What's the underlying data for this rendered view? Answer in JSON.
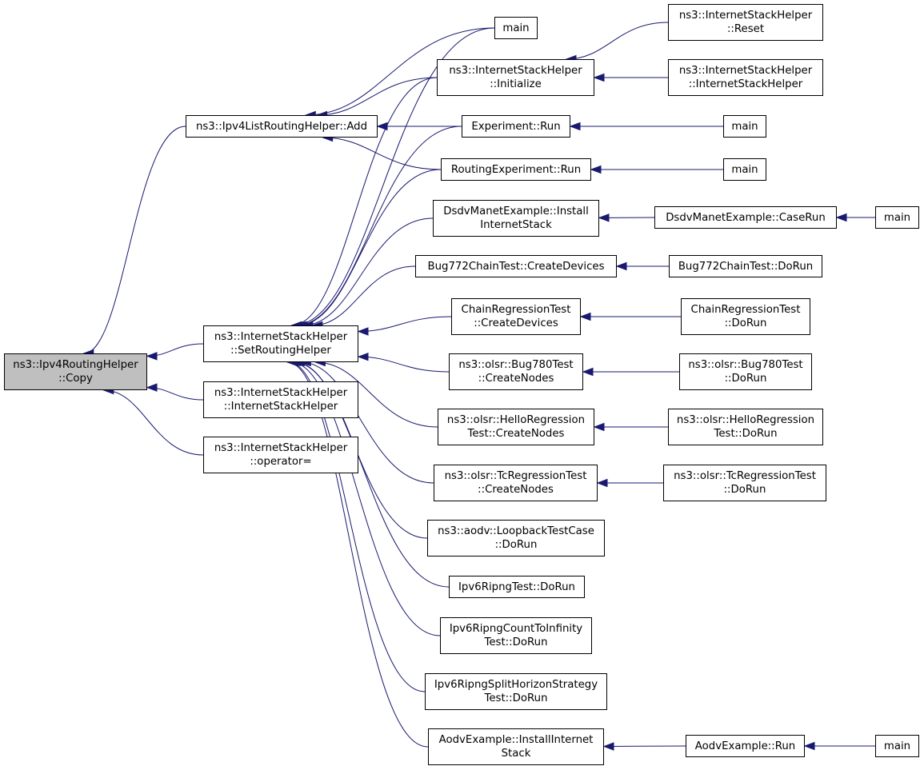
{
  "colors": {
    "edge": "#191970",
    "root_fill": "#bfbfbf",
    "node_fill": "#ffffff",
    "border": "#000000"
  },
  "nodes": [
    {
      "id": "copy",
      "lines": [
        "ns3::Ipv4RoutingHelper",
        "::Copy"
      ],
      "root": true
    },
    {
      "id": "list_add",
      "lines": [
        "ns3::Ipv4ListRoutingHelper::Add"
      ]
    },
    {
      "id": "set_routing",
      "lines": [
        "ns3::InternetStackHelper",
        "::SetRoutingHelper"
      ]
    },
    {
      "id": "ish_ctor",
      "lines": [
        "ns3::InternetStackHelper",
        "::InternetStackHelper"
      ]
    },
    {
      "id": "ish_op",
      "lines": [
        "ns3::InternetStackHelper",
        "::operator="
      ]
    },
    {
      "id": "main1",
      "lines": [
        "main"
      ]
    },
    {
      "id": "ish_init",
      "lines": [
        "ns3::InternetStackHelper",
        "::Initialize"
      ]
    },
    {
      "id": "exp_run",
      "lines": [
        "Experiment::Run"
      ]
    },
    {
      "id": "rexp_run",
      "lines": [
        "RoutingExperiment::Run"
      ]
    },
    {
      "id": "dsdv_install",
      "lines": [
        "DsdvManetExample::Install",
        "InternetStack"
      ]
    },
    {
      "id": "bug772_create",
      "lines": [
        "Bug772ChainTest::CreateDevices"
      ]
    },
    {
      "id": "chain_create",
      "lines": [
        "ChainRegressionTest",
        "::CreateDevices"
      ]
    },
    {
      "id": "bug780_create",
      "lines": [
        "ns3::olsr::Bug780Test",
        "::CreateNodes"
      ]
    },
    {
      "id": "hello_create",
      "lines": [
        "ns3::olsr::HelloRegression",
        "Test::CreateNodes"
      ]
    },
    {
      "id": "tc_create",
      "lines": [
        "ns3::olsr::TcRegressionTest",
        "::CreateNodes"
      ]
    },
    {
      "id": "aodv_loop",
      "lines": [
        "ns3::aodv::LoopbackTestCase",
        "::DoRun"
      ]
    },
    {
      "id": "ripng_dorun",
      "lines": [
        "Ipv6RipngTest::DoRun"
      ]
    },
    {
      "id": "ripng_cti",
      "lines": [
        "Ipv6RipngCountToInfinity",
        "Test::DoRun"
      ]
    },
    {
      "id": "ripng_shs",
      "lines": [
        "Ipv6RipngSplitHorizonStrategy",
        "Test::DoRun"
      ]
    },
    {
      "id": "aodv_install",
      "lines": [
        "AodvExample::InstallInternet",
        "Stack"
      ]
    },
    {
      "id": "ish_reset",
      "lines": [
        "ns3::InternetStackHelper",
        "::Reset"
      ]
    },
    {
      "id": "ish_ctor2",
      "lines": [
        "ns3::InternetStackHelper",
        "::InternetStackHelper"
      ]
    },
    {
      "id": "main2",
      "lines": [
        "main"
      ]
    },
    {
      "id": "main3",
      "lines": [
        "main"
      ]
    },
    {
      "id": "dsdv_caserun",
      "lines": [
        "DsdvManetExample::CaseRun"
      ]
    },
    {
      "id": "bug772_dorun",
      "lines": [
        "Bug772ChainTest::DoRun"
      ]
    },
    {
      "id": "chain_dorun",
      "lines": [
        "ChainRegressionTest",
        "::DoRun"
      ]
    },
    {
      "id": "bug780_dorun",
      "lines": [
        "ns3::olsr::Bug780Test",
        "::DoRun"
      ]
    },
    {
      "id": "hello_dorun",
      "lines": [
        "ns3::olsr::HelloRegression",
        "Test::DoRun"
      ]
    },
    {
      "id": "tc_dorun",
      "lines": [
        "ns3::olsr::TcRegressionTest",
        "::DoRun"
      ]
    },
    {
      "id": "aodv_run",
      "lines": [
        "AodvExample::Run"
      ]
    },
    {
      "id": "main4",
      "lines": [
        "main"
      ]
    },
    {
      "id": "main5",
      "lines": [
        "main"
      ]
    }
  ],
  "edges": [
    [
      "list_add",
      "copy"
    ],
    [
      "set_routing",
      "copy"
    ],
    [
      "ish_ctor",
      "copy"
    ],
    [
      "ish_op",
      "copy"
    ],
    [
      "main1",
      "list_add"
    ],
    [
      "ish_init",
      "list_add"
    ],
    [
      "exp_run",
      "list_add"
    ],
    [
      "rexp_run",
      "list_add"
    ],
    [
      "main1",
      "set_routing"
    ],
    [
      "ish_init",
      "set_routing"
    ],
    [
      "exp_run",
      "set_routing"
    ],
    [
      "rexp_run",
      "set_routing"
    ],
    [
      "dsdv_install",
      "set_routing"
    ],
    [
      "bug772_create",
      "set_routing"
    ],
    [
      "chain_create",
      "set_routing"
    ],
    [
      "bug780_create",
      "set_routing"
    ],
    [
      "hello_create",
      "set_routing"
    ],
    [
      "tc_create",
      "set_routing"
    ],
    [
      "aodv_loop",
      "set_routing"
    ],
    [
      "ripng_dorun",
      "set_routing"
    ],
    [
      "ripng_cti",
      "set_routing"
    ],
    [
      "ripng_shs",
      "set_routing"
    ],
    [
      "aodv_install",
      "set_routing"
    ],
    [
      "ish_reset",
      "ish_init"
    ],
    [
      "ish_ctor2",
      "ish_init"
    ],
    [
      "main2",
      "exp_run"
    ],
    [
      "main3",
      "rexp_run"
    ],
    [
      "dsdv_caserun",
      "dsdv_install"
    ],
    [
      "main4",
      "dsdv_caserun"
    ],
    [
      "bug772_dorun",
      "bug772_create"
    ],
    [
      "chain_dorun",
      "chain_create"
    ],
    [
      "bug780_dorun",
      "bug780_create"
    ],
    [
      "hello_dorun",
      "hello_create"
    ],
    [
      "tc_dorun",
      "tc_create"
    ],
    [
      "aodv_run",
      "aodv_install"
    ],
    [
      "main5",
      "aodv_run"
    ]
  ]
}
